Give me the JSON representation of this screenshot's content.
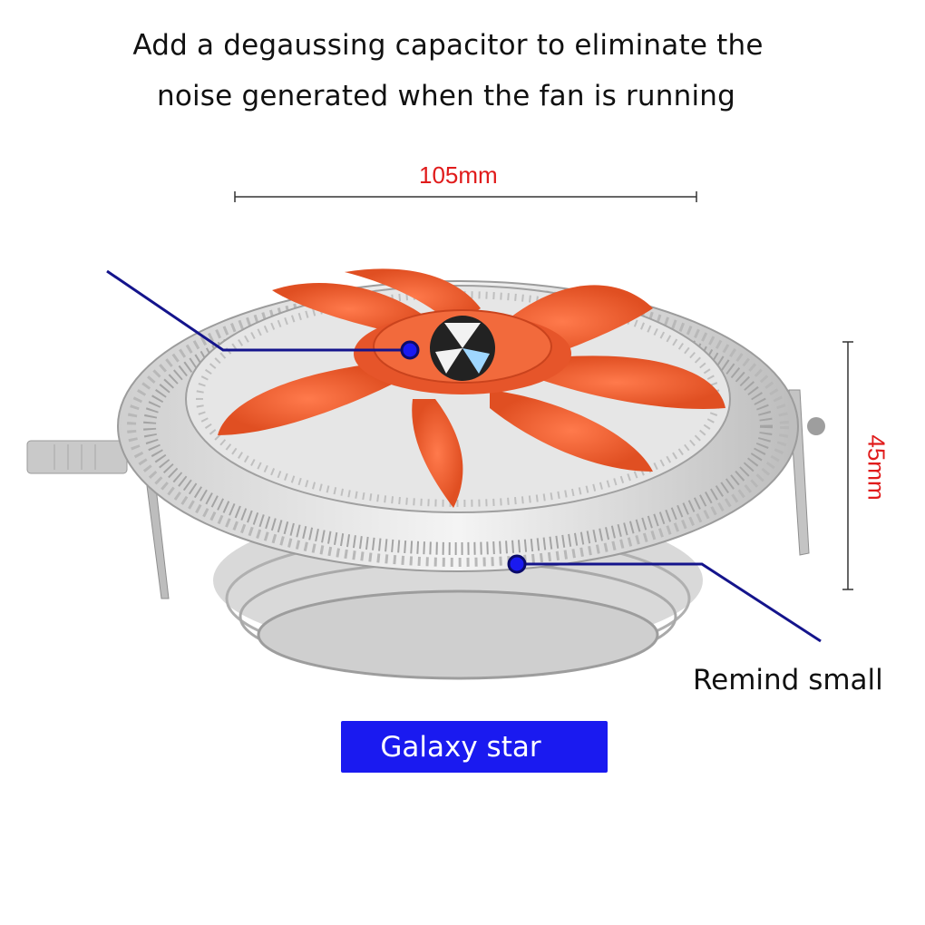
{
  "headline": {
    "line1": "Add a degaussing capacitor to eliminate the",
    "line2": "noise generated when the fan is running"
  },
  "dimensions": {
    "width": "105mm",
    "height": "45mm"
  },
  "callouts": {
    "remind": "Remind small"
  },
  "brand": {
    "label": "Galaxy star"
  },
  "colors": {
    "dimension_text": "#e01b1b",
    "fan_blade": "#f2643a",
    "callout_line": "#14148c",
    "brand_box": "#1a1af0"
  },
  "icons": {
    "product": "cpu-cooler-illustration"
  }
}
